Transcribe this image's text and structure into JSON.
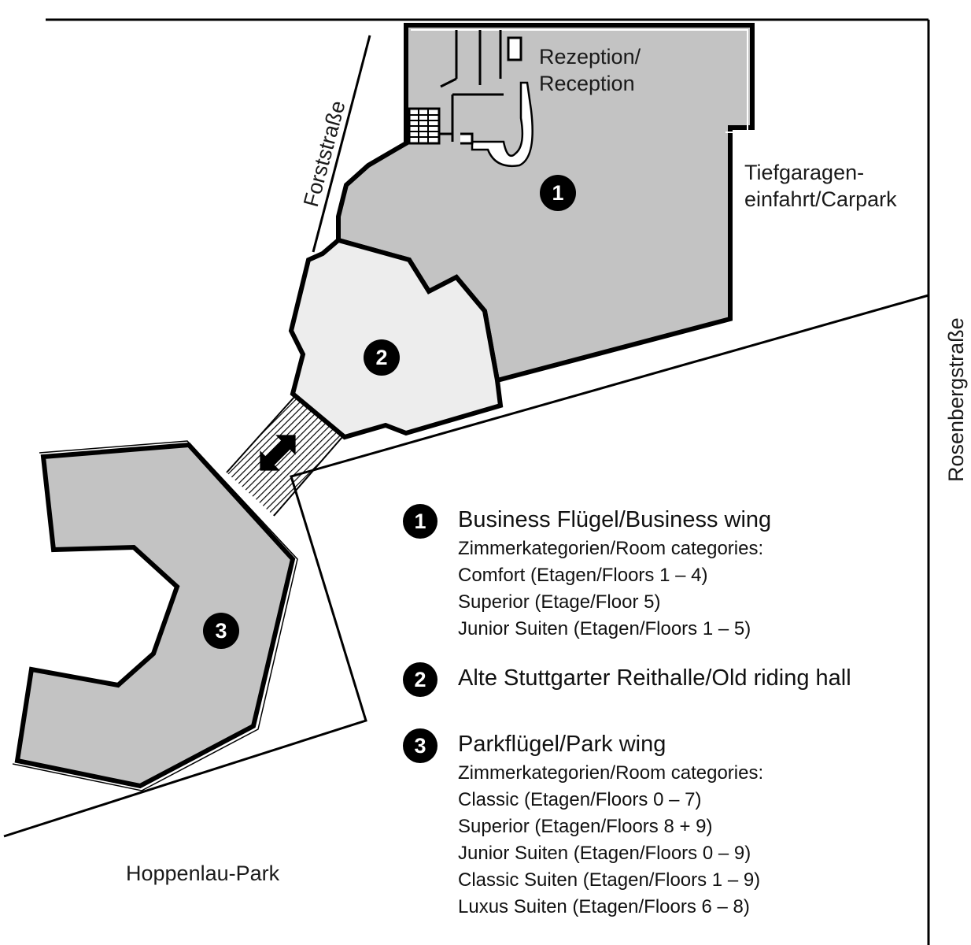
{
  "map": {
    "reception_label": [
      "Rezeption/",
      "Reception"
    ],
    "carpark_label": [
      "Tiefgaragen-",
      "einfahrt/Carpark"
    ],
    "park_label": "Hoppenlau-Park",
    "streets": {
      "forststrasse": "Forststraße",
      "rosenbergstrasse": "Rosenbergstraße"
    },
    "building_numbers": [
      "1",
      "2",
      "3"
    ]
  },
  "legend": [
    {
      "number": "1",
      "title": "Business Flügel/Business wing",
      "lines": [
        "Zimmerkategorien/Room categories:",
        "Comfort (Etagen/Floors 1 – 4)",
        "Superior (Etage/Floor 5)",
        "Junior Suiten (Etagen/Floors 1 – 5)"
      ]
    },
    {
      "number": "2",
      "title": "Alte Stuttgarter Reithalle/Old riding hall",
      "lines": []
    },
    {
      "number": "3",
      "title": "Parkflügel/Park wing",
      "lines": [
        "Zimmerkategorien/Room categories:",
        "Classic (Etagen/Floors 0 – 7)",
        "Superior (Etagen/Floors 8 + 9)",
        "Junior Suiten (Etagen/Floors 0 – 9)",
        "Classic Suiten (Etagen/Floors 1 – 9)",
        "Luxus Suiten (Etagen/Floors 6 – 8)"
      ]
    }
  ],
  "colors": {
    "business_wing_fill": "#c3c3c3",
    "riding_hall_fill": "#ededed",
    "park_wing_fill": "#c3c3c3",
    "outline": "#000000"
  }
}
